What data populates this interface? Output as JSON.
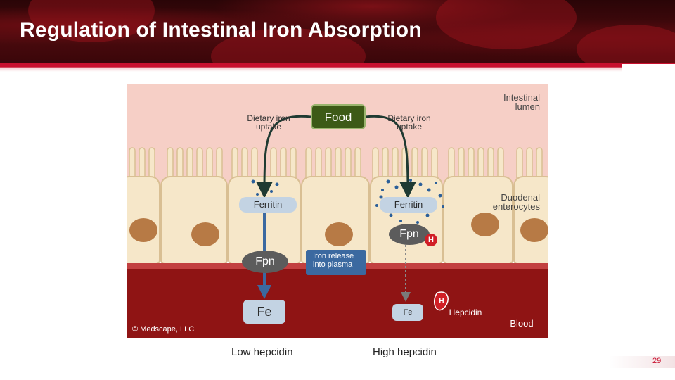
{
  "slide": {
    "title": "Regulation of Intestinal Iron Absorption",
    "page_number": "29"
  },
  "diagram": {
    "labels": {
      "food": "Food",
      "dietary_left": "Dietary iron uptake",
      "dietary_right": "Dietary iron uptake",
      "lumen": "Intestinal lumen",
      "enterocytes": "Duodenal enterocytes",
      "ferritin_left": "Ferritin",
      "ferritin_right": "Ferritin",
      "fpn_left": "Fpn",
      "fpn_right": "Fpn",
      "iron_release": "Iron release into plasma",
      "fe_left": "Fe",
      "fe_right": "Fe",
      "hepcidin": "Hepcidin",
      "h_badge": "H",
      "blood": "Blood",
      "copyright": "© Medscape, LLC"
    },
    "colors": {
      "lumen": "#f6cfc6",
      "cell": "#f6e7c9",
      "nucleus": "#b77a45",
      "blood": "#8f1414",
      "food": "#3d5a17",
      "iron_release": "#3b69a0",
      "hepcidin": "#d11f26",
      "fpn": "#5c5c5c"
    }
  },
  "captions": {
    "low": "Low hepcidin",
    "high": "High hepcidin"
  }
}
